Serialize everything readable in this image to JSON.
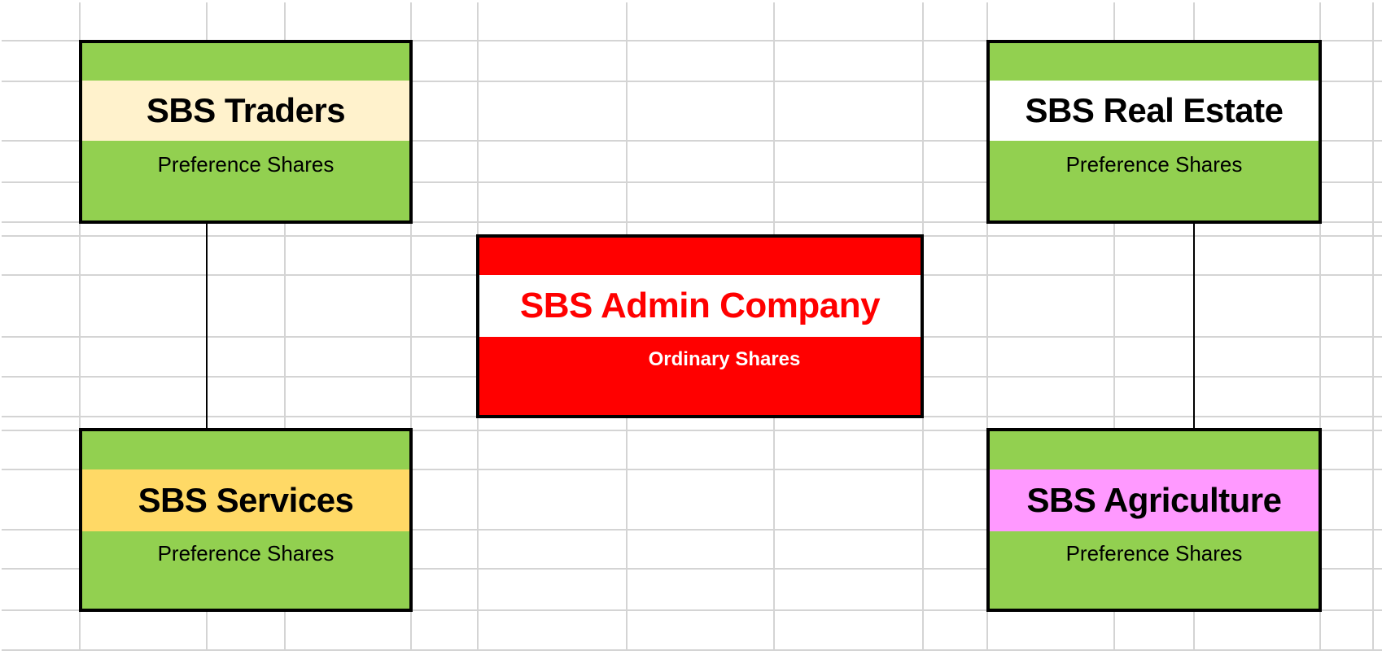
{
  "entities": {
    "traders": {
      "name": "SBS Traders",
      "share_type": "Preference Shares"
    },
    "real_estate": {
      "name": "SBS Real Estate",
      "share_type": "Preference Shares"
    },
    "admin": {
      "name": "SBS Admin Company",
      "share_type": "Ordinary Shares"
    },
    "services": {
      "name": "SBS Services",
      "share_type": "Preference Shares"
    },
    "agriculture": {
      "name": "SBS Agriculture",
      "share_type": "Preference Shares"
    }
  },
  "colors": {
    "green": "#92d050",
    "cream": "#fff2cc",
    "white": "#ffffff",
    "red": "#ff0000",
    "gold": "#ffd966",
    "pink": "#ff99ff"
  }
}
